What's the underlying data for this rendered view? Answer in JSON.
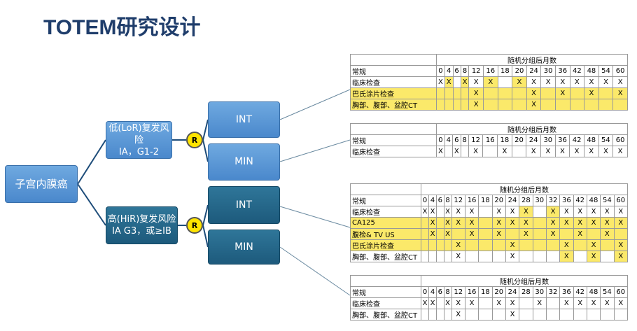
{
  "title": "TOTEM研究设计",
  "root": "子宫内膜癌",
  "low_risk": {
    "line1": "低(LoR)复发风险",
    "line2": "ⅠA，G1-2",
    "r": "R",
    "int": "INT",
    "min": "MIN"
  },
  "high_risk": {
    "line1": "高(HiR)复发风险",
    "line2": "ⅠA G3，或≥ⅠB",
    "r": "R",
    "int": "INT",
    "min": "MIN"
  },
  "colors": {
    "yellow": "#fbe96a",
    "light_box": "#5b9bd5",
    "dark_box": "#1f5f82"
  },
  "tables": [
    {
      "header": "随机分组后月数",
      "first": "常规",
      "cols": [
        "0",
        "4",
        "6",
        "8",
        "12",
        "16",
        "18",
        "20",
        "24",
        "30",
        "36",
        "42",
        "48",
        "54",
        "60"
      ],
      "rows": [
        {
          "label": "临床检查",
          "marks": [
            "X",
            "X",
            "",
            "X",
            "X",
            "X",
            "",
            "X",
            "X",
            "X",
            "X",
            "X",
            "X",
            "X",
            "X"
          ],
          "hl": [
            1,
            3,
            5,
            7
          ]
        },
        {
          "label": "巴氏涂片检查",
          "marks": [
            "",
            "",
            "",
            "",
            "X",
            "",
            "",
            "",
            "X",
            "",
            "X",
            "",
            "X",
            "",
            "X"
          ],
          "full": true
        },
        {
          "label": "胸部、腹部、盆腔CT",
          "marks": [
            "",
            "",
            "",
            "",
            "X",
            "",
            "",
            "",
            "X",
            "",
            "",
            "",
            "",
            "",
            ""
          ],
          "full": true
        }
      ]
    },
    {
      "header": "随机分组后月数",
      "first": "常规",
      "cols": [
        "0",
        "4",
        "6",
        "8",
        "12",
        "16",
        "18",
        "20",
        "24",
        "30",
        "36",
        "42",
        "48",
        "54",
        "60"
      ],
      "rows": [
        {
          "label": "临床检查",
          "marks": [
            "X",
            "",
            "X",
            "",
            "X",
            "",
            "X",
            "",
            "X",
            "X",
            "X",
            "X",
            "X",
            "X",
            "X"
          ]
        }
      ]
    },
    {
      "header": "随机分组后月数",
      "first": "常规",
      "cols": [
        "0",
        "4",
        "6",
        "8",
        "12",
        "16",
        "18",
        "20",
        "24",
        "28",
        "30",
        "32",
        "36",
        "42",
        "48",
        "54",
        "60"
      ],
      "rows": [
        {
          "label": "临床检查",
          "marks": [
            "X",
            "X",
            "",
            "X",
            "X",
            "X",
            "",
            "X",
            "X",
            "X",
            "",
            "X",
            "X",
            "X",
            "X",
            "X",
            "X"
          ],
          "hl": [
            9,
            11
          ]
        },
        {
          "label": "CA125",
          "marks": [
            "",
            "X",
            "",
            "X",
            "X",
            "X",
            "",
            "X",
            "X",
            "X",
            "",
            "X",
            "X",
            "X",
            "X",
            "X",
            "X"
          ],
          "full": true
        },
        {
          "label": "腹检& TV US",
          "marks": [
            "",
            "X",
            "",
            "X",
            "",
            "X",
            "",
            "X",
            "",
            "X",
            "",
            "X",
            "",
            "X",
            "",
            "X",
            ""
          ],
          "full": true
        },
        {
          "label": "巴氏涂片检查",
          "marks": [
            "",
            "",
            "",
            "",
            "X",
            "",
            "",
            "",
            "X",
            "",
            "",
            "",
            "X",
            "",
            "X",
            "",
            "X"
          ],
          "full": true
        },
        {
          "label": "胸部、腹部、盆腔CT",
          "marks": [
            "",
            "",
            "",
            "",
            "X",
            "",
            "",
            "",
            "X",
            "",
            "",
            "",
            "X",
            "",
            "X",
            "",
            "X"
          ],
          "hl": [
            12,
            14,
            16
          ]
        }
      ]
    },
    {
      "header": "随机分组后月数",
      "first": "常规",
      "cols": [
        "0",
        "4",
        "6",
        "8",
        "12",
        "16",
        "18",
        "20",
        "24",
        "28",
        "30",
        "32",
        "36",
        "42",
        "48",
        "54",
        "60"
      ],
      "rows": [
        {
          "label": "临床检查",
          "marks": [
            "X",
            "X",
            "",
            "X",
            "X",
            "X",
            "",
            "X",
            "X",
            "",
            "X",
            "",
            "X",
            "X",
            "X",
            "X",
            "X"
          ]
        },
        {
          "label": "胸部、腹部、盆腔CT",
          "marks": [
            "",
            "",
            "",
            "",
            "X",
            "",
            "",
            "",
            "X",
            "",
            "",
            "",
            "",
            "",
            "",
            "",
            ""
          ]
        }
      ]
    }
  ]
}
